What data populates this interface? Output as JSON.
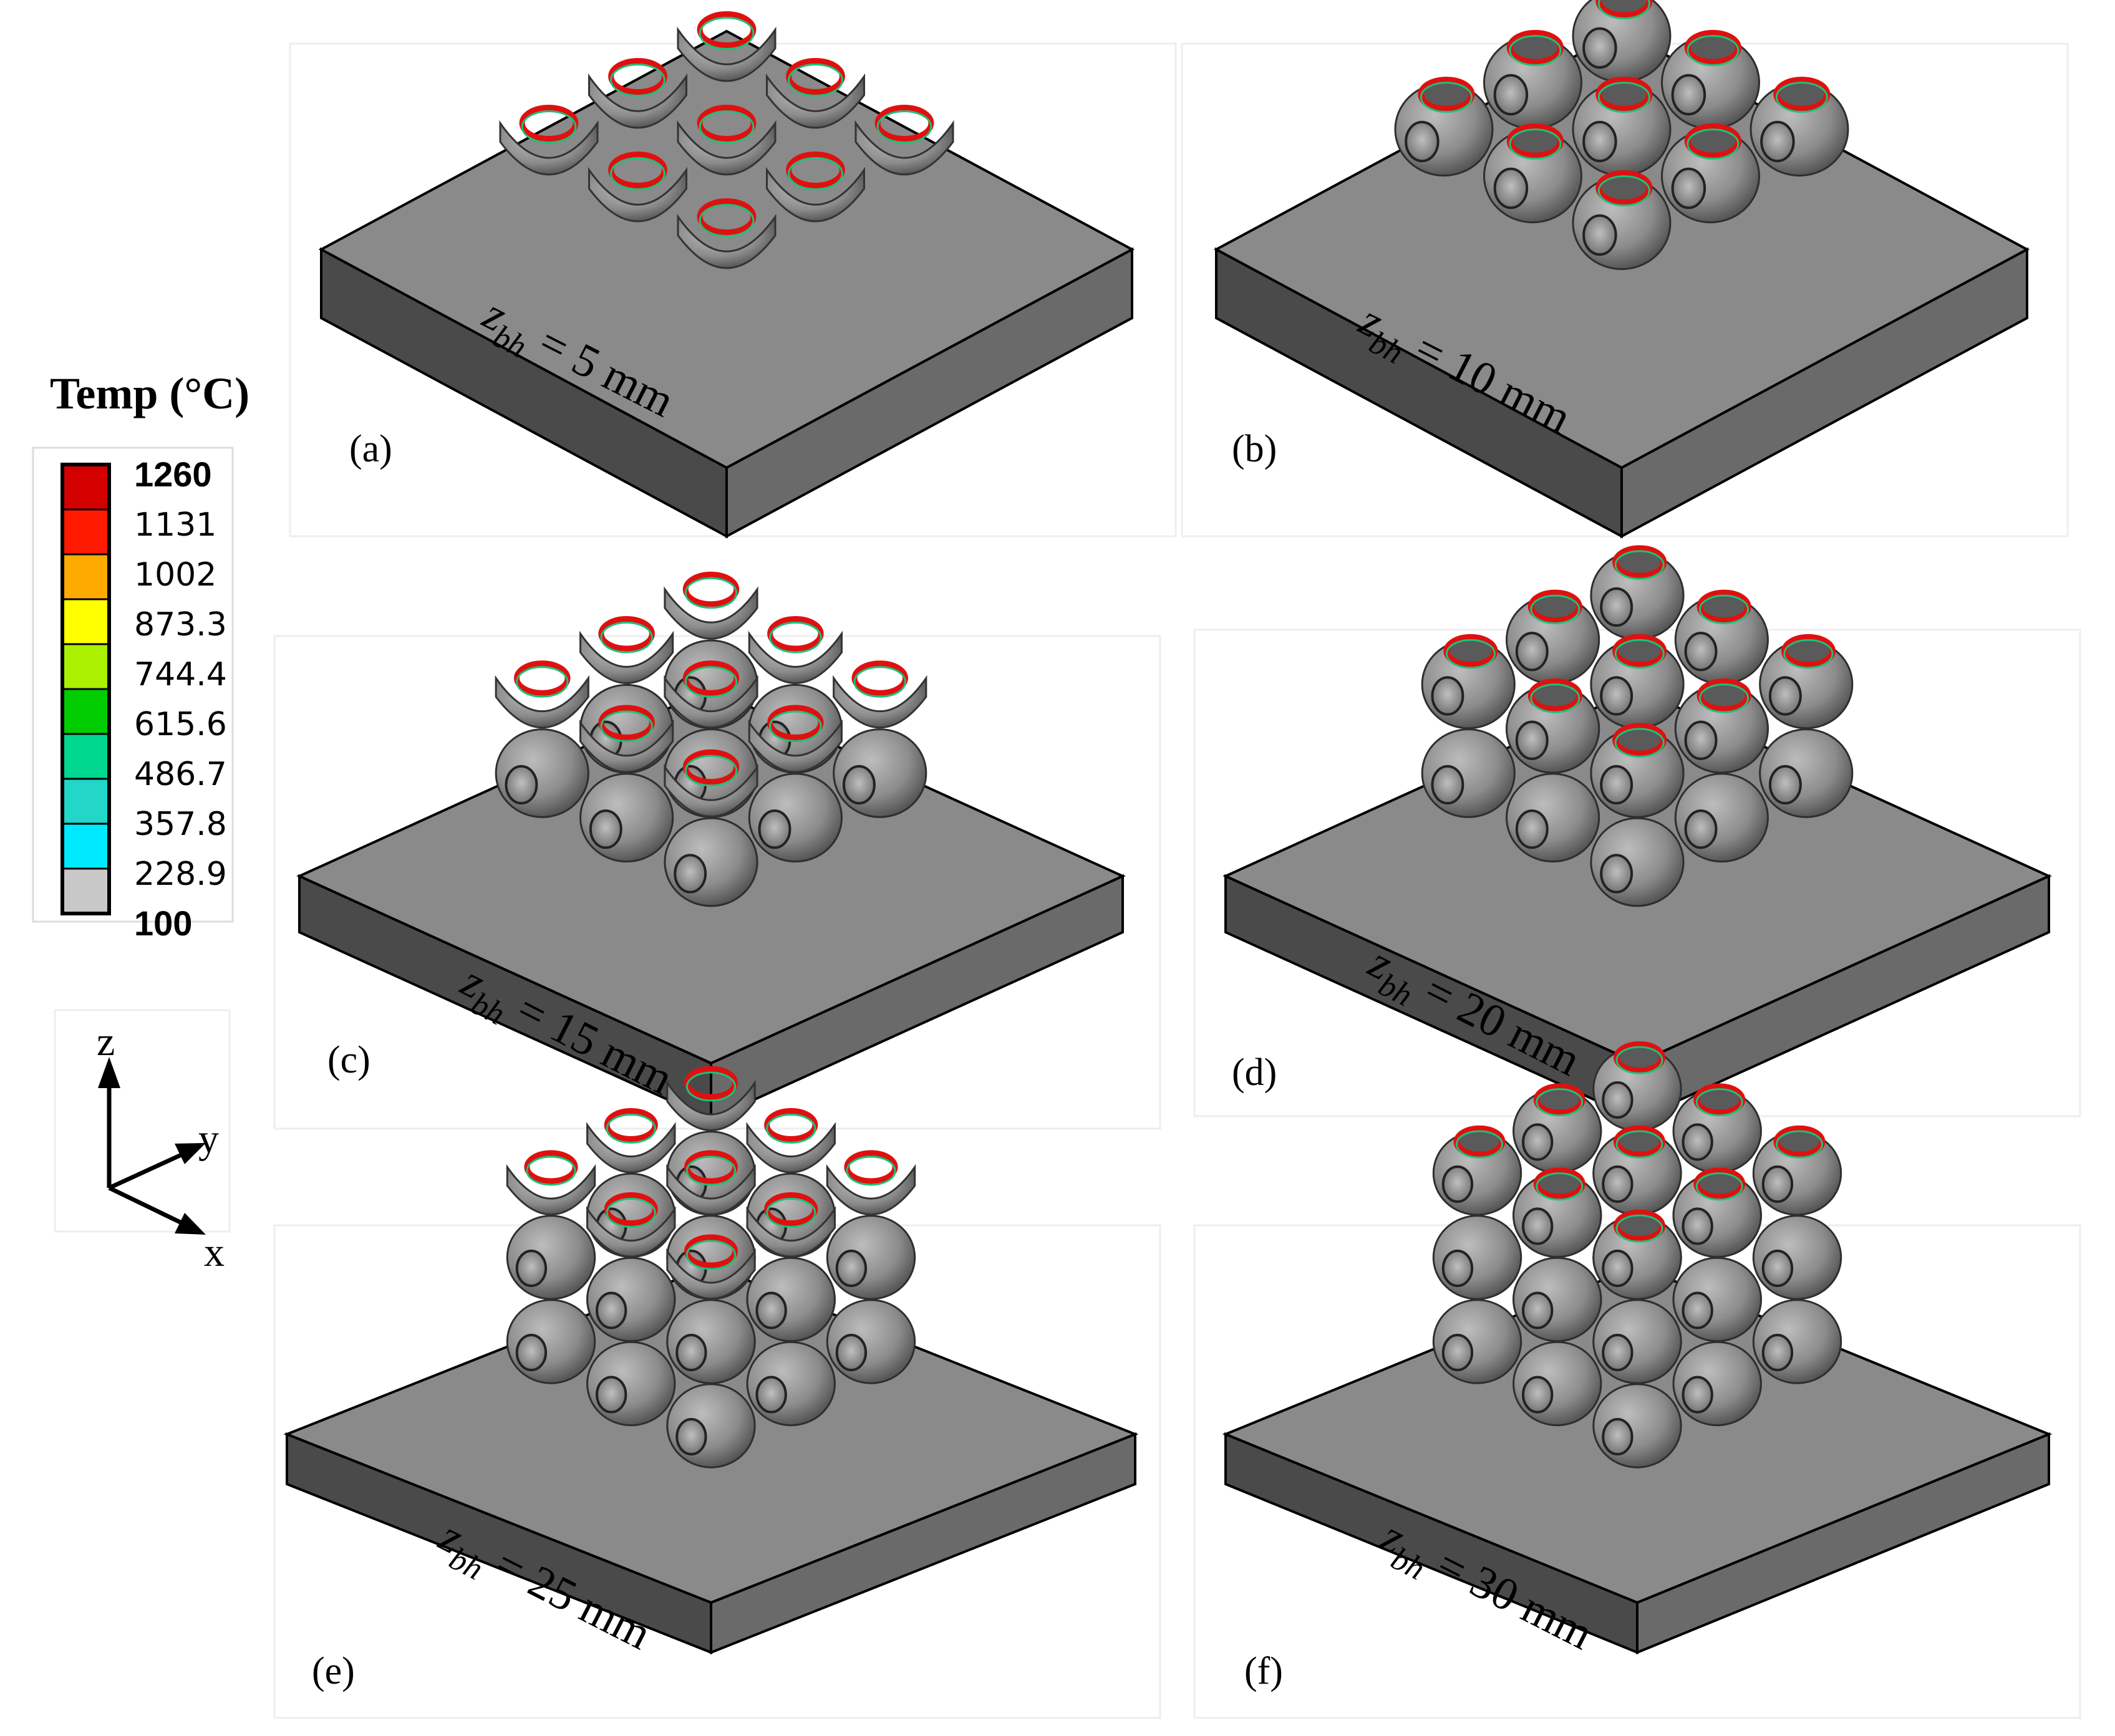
{
  "legend": {
    "title": "Temp (°C)",
    "entries": [
      {
        "label": "1260",
        "bold": true,
        "color": "#d40000"
      },
      {
        "label": "1131",
        "bold": false,
        "color": "#ff0000"
      },
      {
        "label": "1002",
        "bold": false,
        "color": "#ffaa00"
      },
      {
        "label": "873.3",
        "bold": false,
        "color": "#ffff00"
      },
      {
        "label": "744.4",
        "bold": false,
        "color": "#aaff00"
      },
      {
        "label": "615.6",
        "bold": false,
        "color": "#00cc00"
      },
      {
        "label": "486.7",
        "bold": false,
        "color": "#00e08a"
      },
      {
        "label": "357.8",
        "bold": false,
        "color": "#22d6c8"
      },
      {
        "label": "228.9",
        "bold": false,
        "color": "#00e6ff"
      },
      {
        "label": "100",
        "bold": true,
        "color": "#c8c8c8"
      }
    ]
  },
  "axes": {
    "z": "z",
    "y": "y",
    "x": "x"
  },
  "panels": [
    {
      "id": "a",
      "tag": "(a)",
      "zvar": "z",
      "zsub": "bh",
      "value": " = 5 mm",
      "layers": 0.5
    },
    {
      "id": "b",
      "tag": "(b)",
      "zvar": "z",
      "zsub": "bh",
      "value": " = 10 mm",
      "layers": 1
    },
    {
      "id": "c",
      "tag": "(c)",
      "zvar": "z",
      "zsub": "bh",
      "value": " = 15 mm",
      "layers": 1.5
    },
    {
      "id": "d",
      "tag": "(d)",
      "zvar": "z",
      "zsub": "bh",
      "value": " = 20 mm",
      "layers": 2
    },
    {
      "id": "e",
      "tag": "(e)",
      "zvar": "z",
      "zsub": "bh",
      "value": " = 25 mm",
      "layers": 2.5
    },
    {
      "id": "f",
      "tag": "(f)",
      "zvar": "z",
      "zsub": "bh",
      "value": " = 30 mm",
      "layers": 3
    }
  ],
  "colors": {
    "plate_top": "#8a8a8a",
    "plate_left": "#4a4a4a",
    "plate_right": "#6a6a6a",
    "lattice": "#8f8f8f",
    "hot_edge": "#e01010",
    "warm_edge": "#19c27a"
  }
}
